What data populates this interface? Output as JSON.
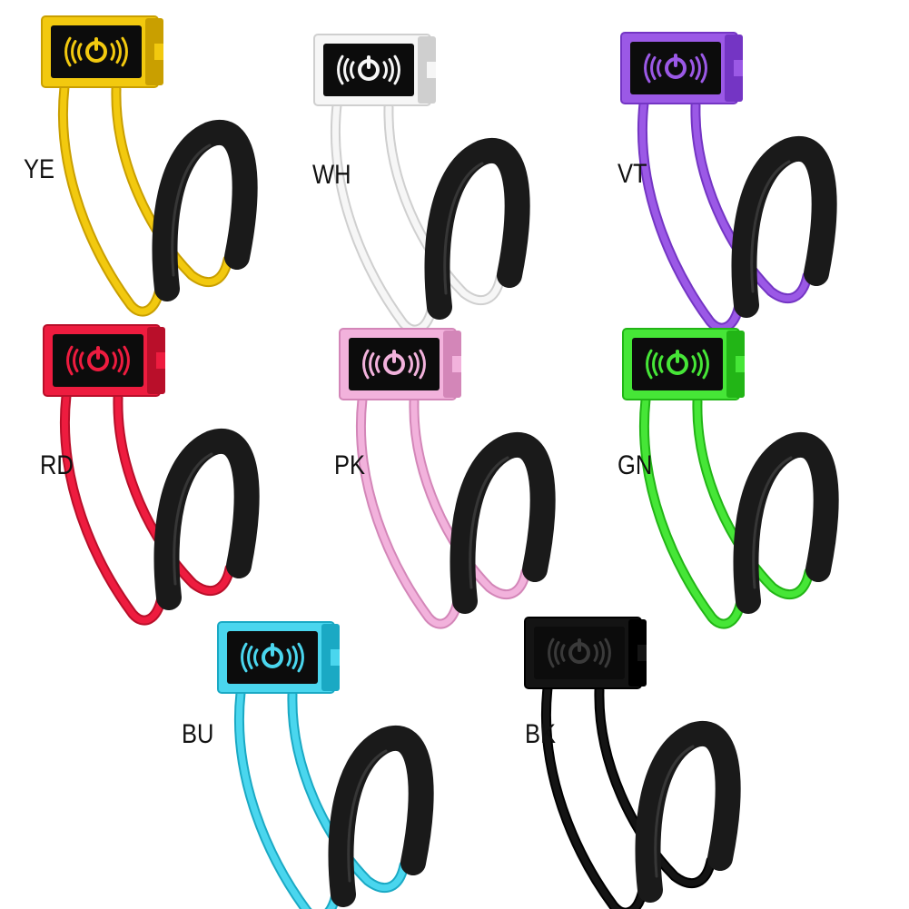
{
  "products": [
    {
      "code": "YE",
      "color": "#f2c90f",
      "shade": "#c99f00"
    },
    {
      "code": "WH",
      "color": "#f6f6f6",
      "shade": "#cfcfcf"
    },
    {
      "code": "VT",
      "color": "#9b59e6",
      "shade": "#7435c4"
    },
    {
      "code": "RD",
      "color": "#ee1c3f",
      "shade": "#b90f2a"
    },
    {
      "code": "PK",
      "color": "#f2b2dc",
      "shade": "#d386b8"
    },
    {
      "code": "GN",
      "color": "#46e637",
      "shade": "#22b516"
    },
    {
      "code": "BU",
      "color": "#4ad6ee",
      "shade": "#1aa9c4"
    },
    {
      "code": "BK",
      "color": "#141414",
      "shade": "#000000"
    }
  ],
  "icon": "wireless-ring-logo-icon",
  "neckband_color": "#1a1a1a"
}
